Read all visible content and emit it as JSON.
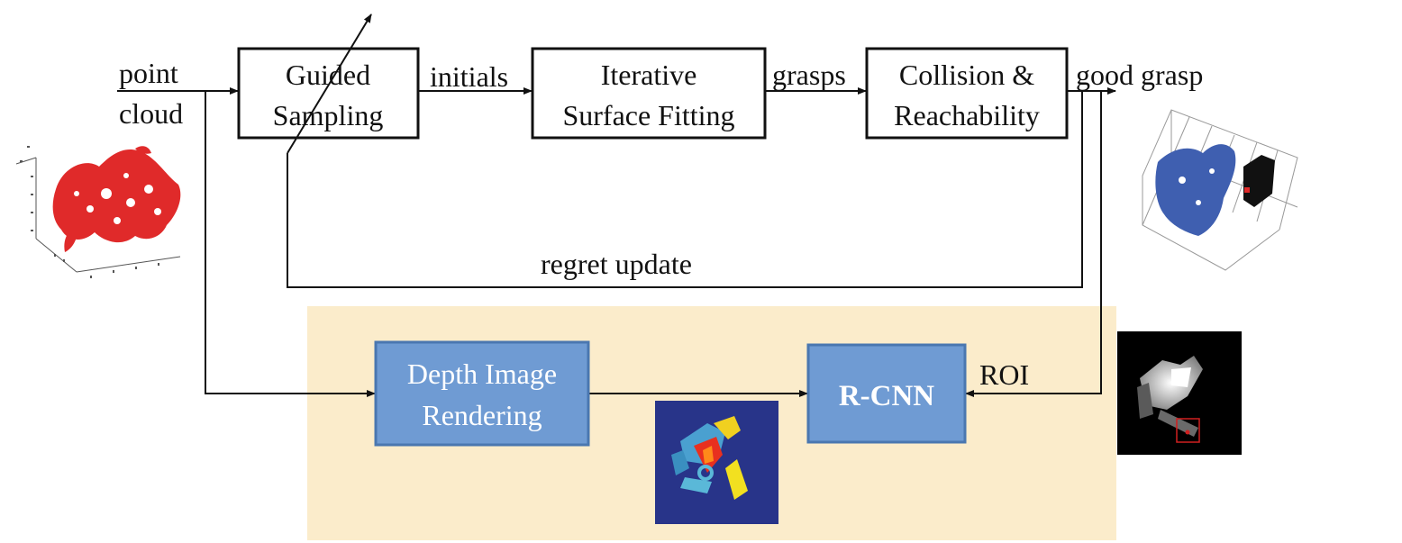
{
  "labels": {
    "point": "point",
    "cloud": "cloud",
    "initials": "initials",
    "grasps": "grasps",
    "good_grasp": "good grasp",
    "regret_update": "regret update",
    "roi": "ROI"
  },
  "boxes": {
    "guided_sampling": [
      "Guided",
      "Sampling"
    ],
    "surface_fitting": [
      "Iterative",
      "Surface Fitting"
    ],
    "collision": [
      "Collision &",
      "Reachability"
    ],
    "depth_render": [
      "Depth Image",
      "Rendering"
    ],
    "rcnn": "R-CNN"
  },
  "colors": {
    "highlight_panel": "#fbeccb",
    "blue_box": "#6f9bd3",
    "blue_box_border": "#4a77b0",
    "point_cloud": "#e02a2a",
    "grasp_cloud": "#3f5fb0",
    "depth_bg": "#283489"
  }
}
